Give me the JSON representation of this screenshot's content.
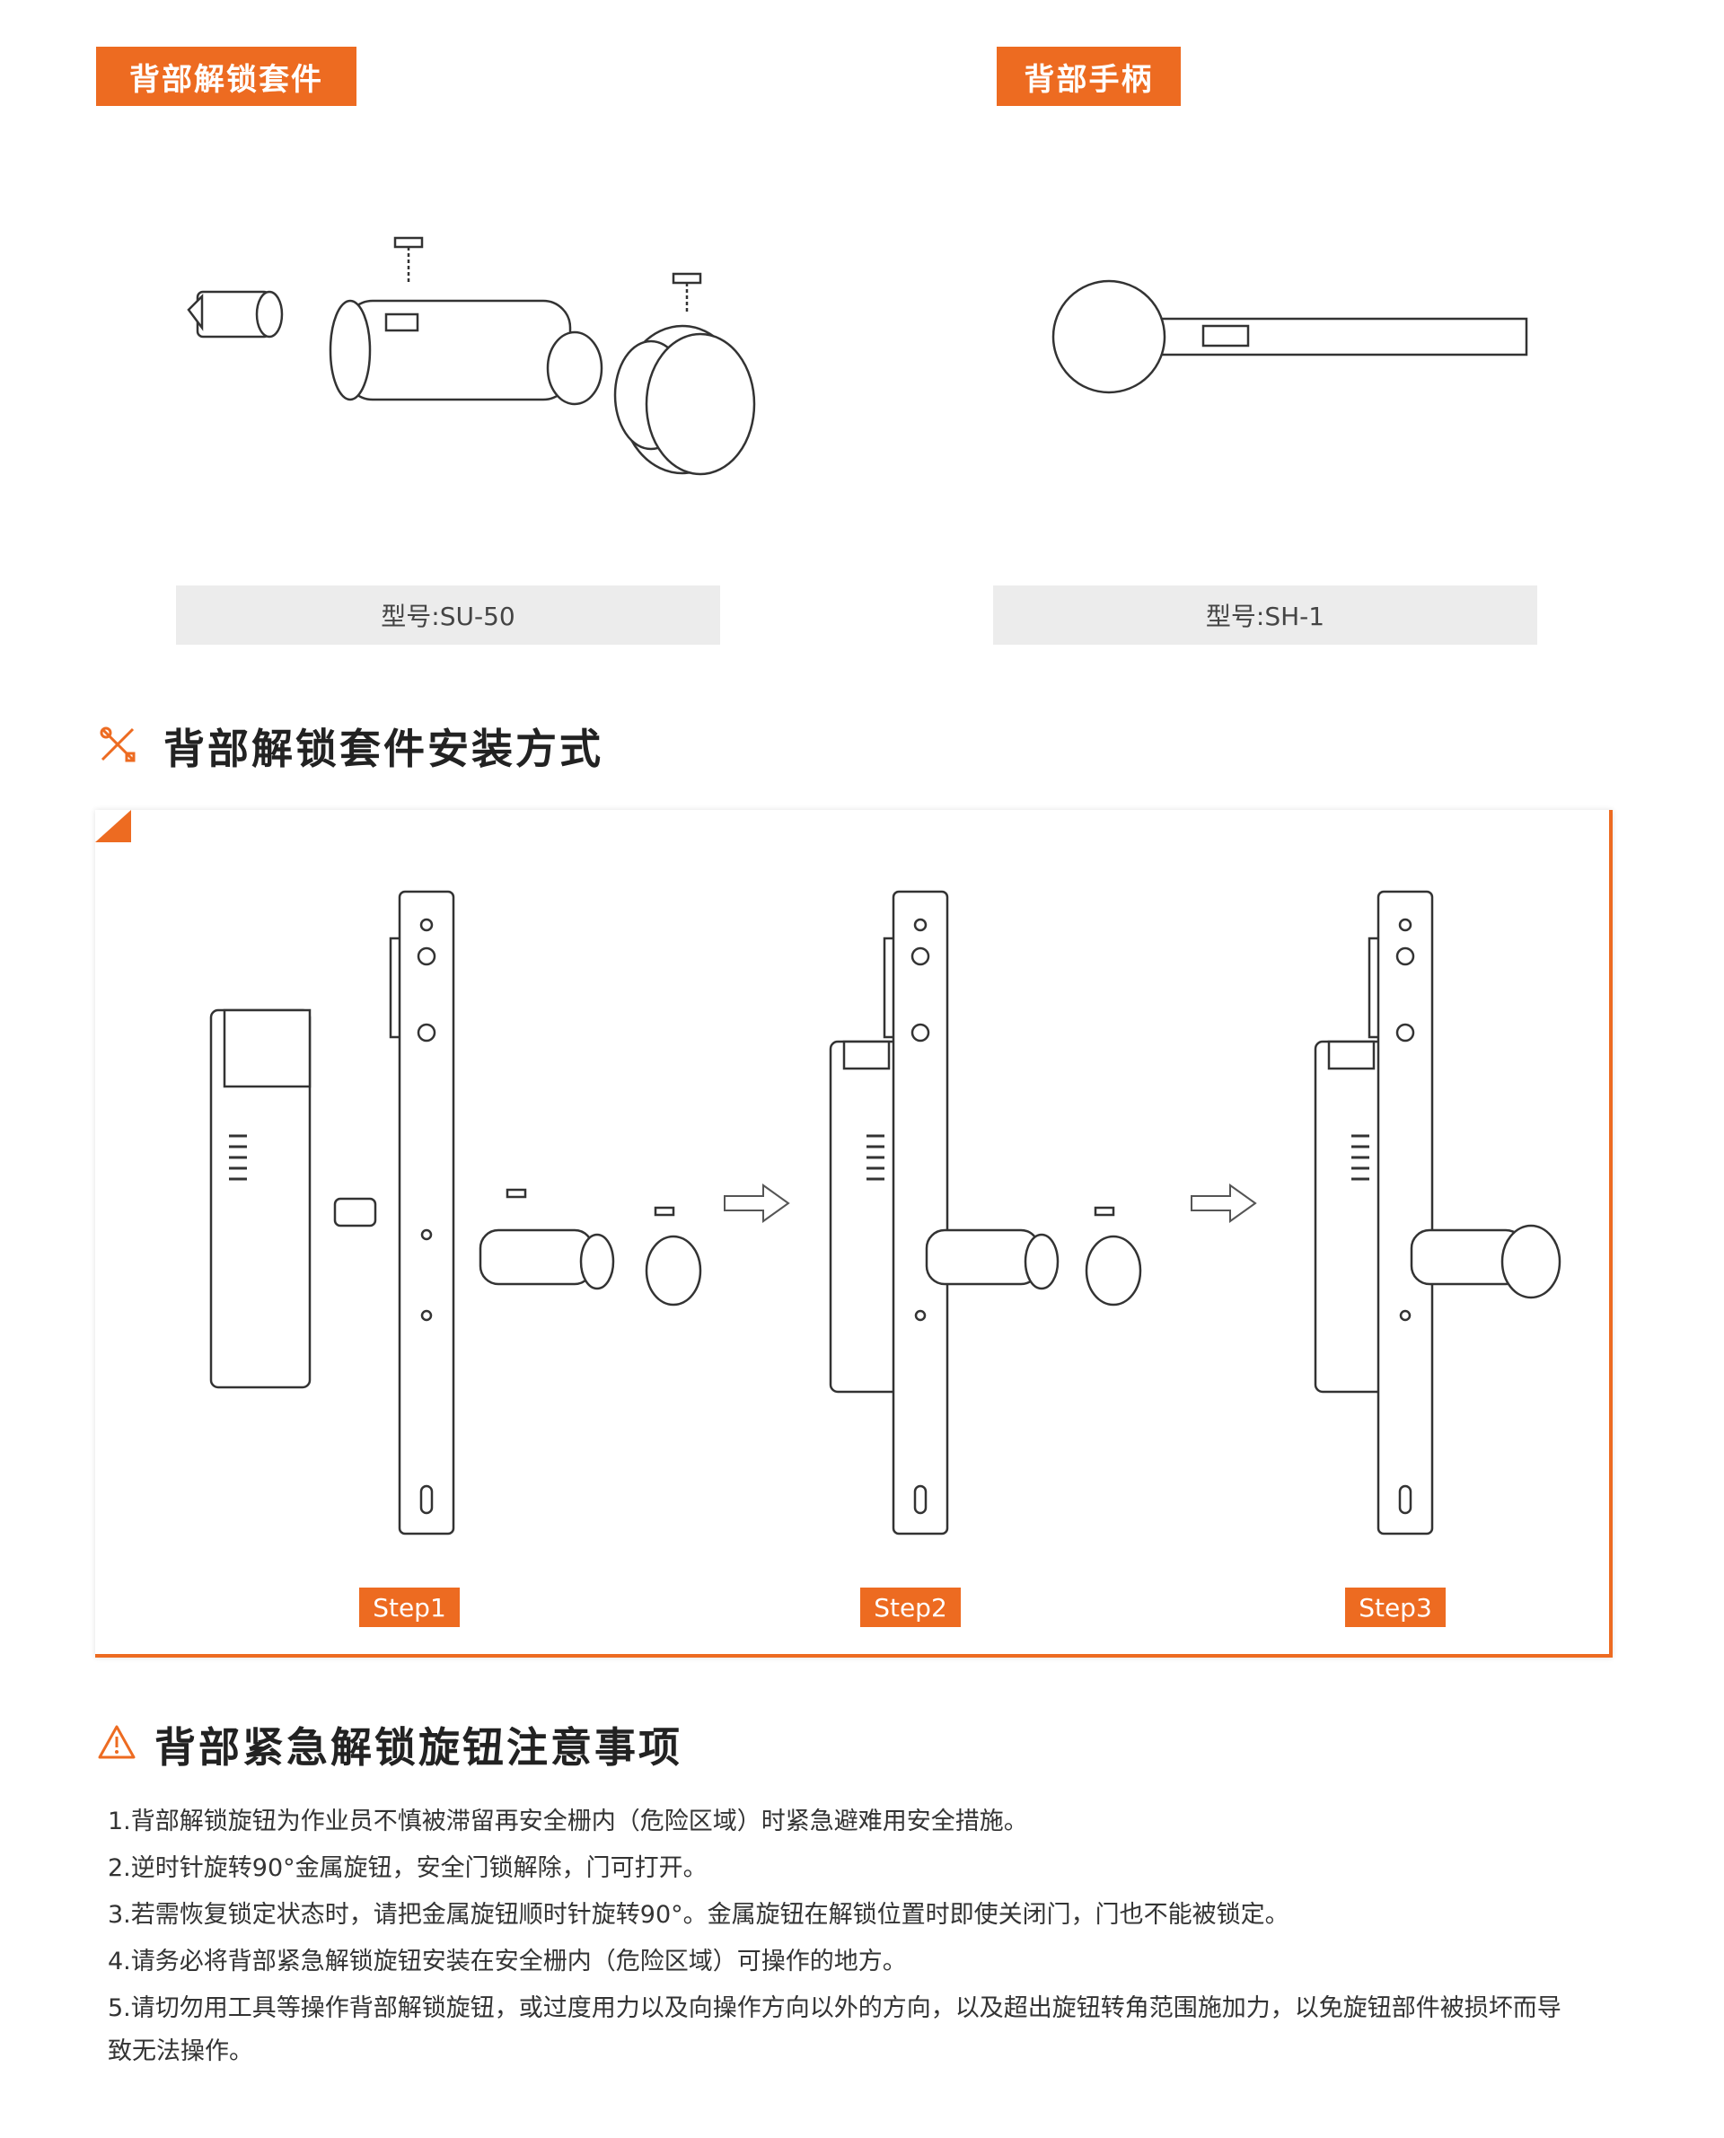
{
  "products": [
    {
      "tag": "背部解锁套件",
      "model": "型号:SU-50"
    },
    {
      "tag": "背部手柄",
      "model": "型号:SH-1"
    }
  ],
  "install": {
    "title": "背部解锁套件安装方式",
    "steps": [
      "Step1",
      "Step2",
      "Step3"
    ]
  },
  "notes": {
    "title": "背部紧急解锁旋钮注意事项",
    "items": [
      "1.背部解锁旋钮为作业员不慎被滞留再安全栅内（危险区域）时紧急避难用安全措施。",
      "2.逆时针旋转90°金属旋钮，安全门锁解除，门可打开。",
      "3.若需恢复锁定状态时，请把金属旋钮顺时针旋转90°。金属旋钮在解锁位置时即使关闭门，门也不能被锁定。",
      "4.请务必将背部紧急解锁旋钮安装在安全栅内（危险区域）可操作的地方。",
      "5.请切勿用工具等操作背部解锁旋钮，或过度用力以及向操作方向以外的方向，以及超出旋钮转角范围施加力，以免旋钮部件被损坏而导",
      "致无法操作。"
    ]
  },
  "colors": {
    "accent": "#ed6b21",
    "model_bg": "#ececec"
  }
}
